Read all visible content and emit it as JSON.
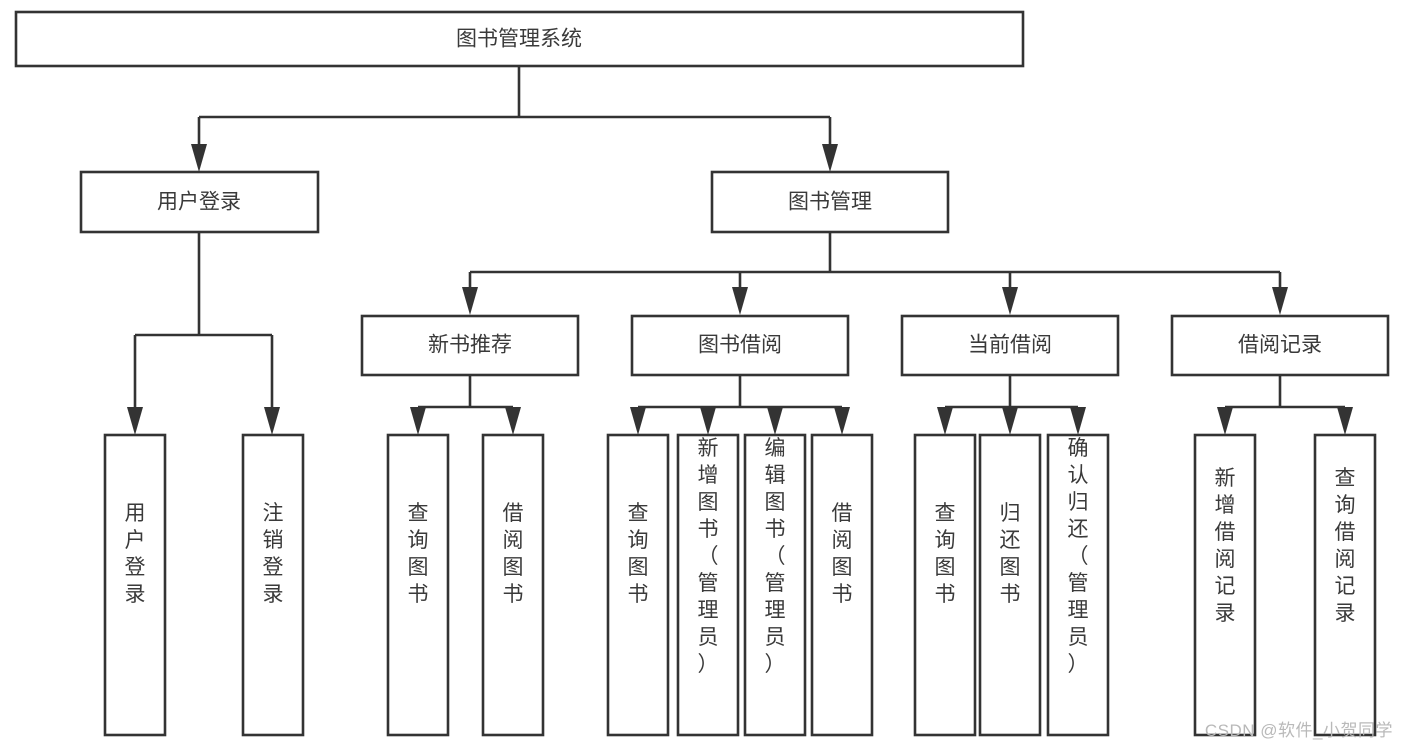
{
  "diagram": {
    "type": "hierarchy-tree",
    "title": "图书管理系统",
    "watermark": "CSDN @软件_小贺同学",
    "root": {
      "label": "图书管理系统"
    },
    "level2": [
      {
        "label": "用户登录"
      },
      {
        "label": "图书管理"
      }
    ],
    "level3": [
      {
        "label": "新书推荐"
      },
      {
        "label": "图书借阅"
      },
      {
        "label": "当前借阅"
      },
      {
        "label": "借阅记录"
      }
    ],
    "leaves": {
      "user_login": [
        {
          "label": "用户登录"
        },
        {
          "label": "注销登录"
        }
      ],
      "new_book_recommend": [
        {
          "label": "查询图书"
        },
        {
          "label": "借阅图书"
        }
      ],
      "book_borrow": [
        {
          "label": "查询图书"
        },
        {
          "label": "新增图书（管理员）"
        },
        {
          "label": "编辑图书（管理员）"
        },
        {
          "label": "借阅图书"
        }
      ],
      "current_borrow": [
        {
          "label": "查询图书"
        },
        {
          "label": "归还图书"
        },
        {
          "label": "确认归还（管理员）"
        }
      ],
      "borrow_record": [
        {
          "label": "新增借阅记录"
        },
        {
          "label": "查询借阅记录"
        }
      ]
    },
    "colors": {
      "stroke": "#333333",
      "fill": "#ffffff",
      "text": "#3a3a3a",
      "watermark": "#b9b9b9"
    }
  }
}
